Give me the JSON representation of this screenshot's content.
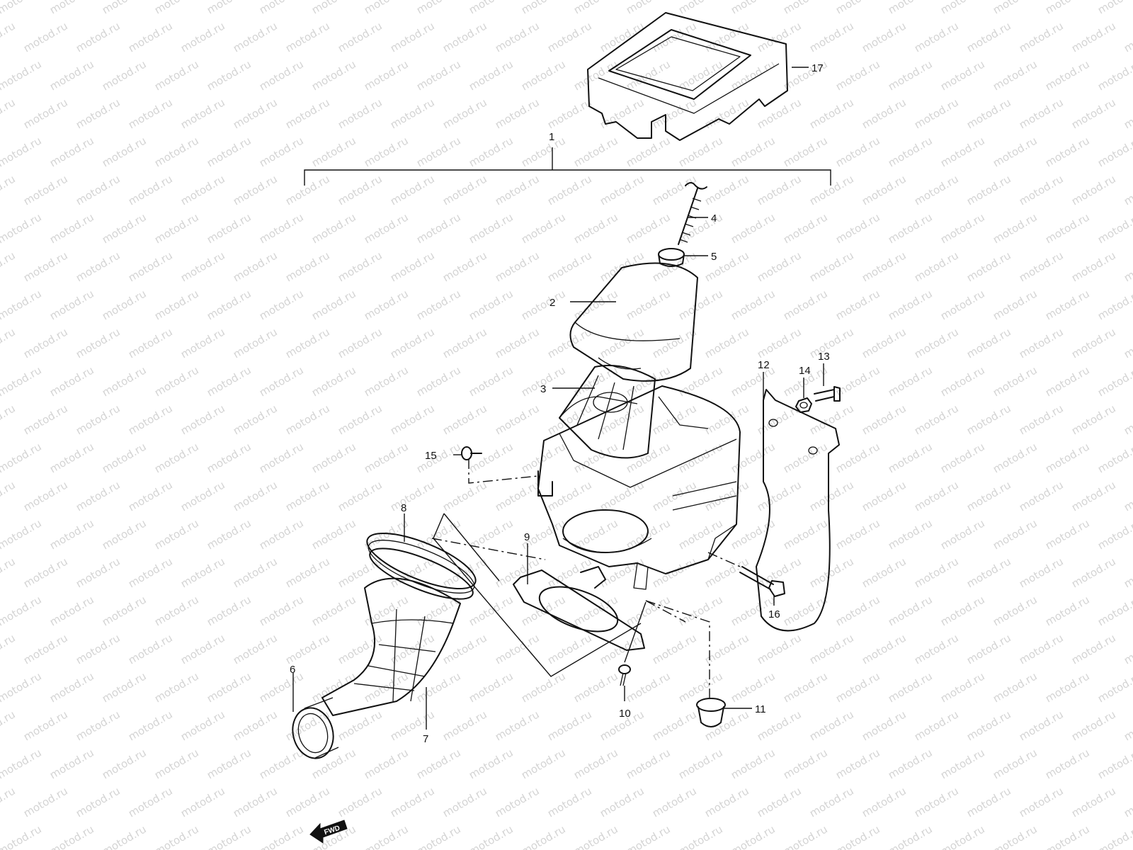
{
  "watermark": {
    "text": "motod.ru"
  },
  "callouts": [
    {
      "id": "1",
      "label": "1"
    },
    {
      "id": "2",
      "label": "2"
    },
    {
      "id": "3",
      "label": "3"
    },
    {
      "id": "4",
      "label": "4"
    },
    {
      "id": "5",
      "label": "5"
    },
    {
      "id": "6",
      "label": "6"
    },
    {
      "id": "7",
      "label": "7"
    },
    {
      "id": "8",
      "label": "8"
    },
    {
      "id": "9",
      "label": "9"
    },
    {
      "id": "10",
      "label": "10"
    },
    {
      "id": "11",
      "label": "11"
    },
    {
      "id": "12",
      "label": "12"
    },
    {
      "id": "13",
      "label": "13"
    },
    {
      "id": "14",
      "label": "14"
    },
    {
      "id": "15",
      "label": "15"
    },
    {
      "id": "16",
      "label": "16"
    },
    {
      "id": "17",
      "label": "17"
    }
  ],
  "fwd_marker": {
    "label": "FWD"
  }
}
